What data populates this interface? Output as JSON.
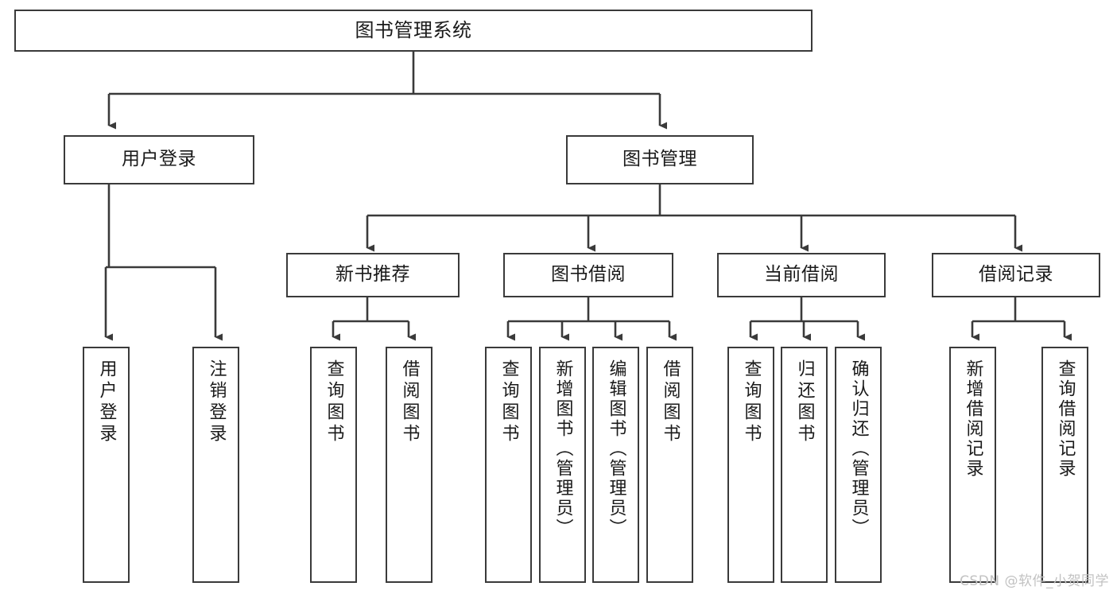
{
  "diagram": {
    "title": "图书管理系统",
    "type": "tree",
    "watermark": "CSDN @软件_小贺同学",
    "colors": {
      "border": "#3a3a3a",
      "background": "#ffffff",
      "text": "#1a1a1a",
      "connector": "#3a3a3a",
      "watermark": "#c2c2c2"
    },
    "nodes": {
      "root": {
        "label": "图书管理系统"
      },
      "level2": [
        {
          "label": "用户登录"
        },
        {
          "label": "图书管理"
        }
      ],
      "level3": [
        {
          "label": "新书推荐"
        },
        {
          "label": "图书借阅"
        },
        {
          "label": "当前借阅"
        },
        {
          "label": "借阅记录"
        }
      ],
      "leaves": {
        "user_login": [
          {
            "label": "用户登录"
          },
          {
            "label": "注销登录"
          }
        ],
        "new_book": [
          {
            "label": "查询图书"
          },
          {
            "label": "借阅图书"
          }
        ],
        "book_borrow": [
          {
            "label": "查询图书"
          },
          {
            "label": "新增图书（管理员）"
          },
          {
            "label": "编辑图书（管理员）"
          },
          {
            "label": "借阅图书"
          }
        ],
        "current_borrow": [
          {
            "label": "查询图书"
          },
          {
            "label": "归还图书"
          },
          {
            "label": "确认归还（管理员）"
          }
        ],
        "borrow_record": [
          {
            "label": "新增借阅记录"
          },
          {
            "label": "查询借阅记录"
          }
        ]
      }
    }
  }
}
